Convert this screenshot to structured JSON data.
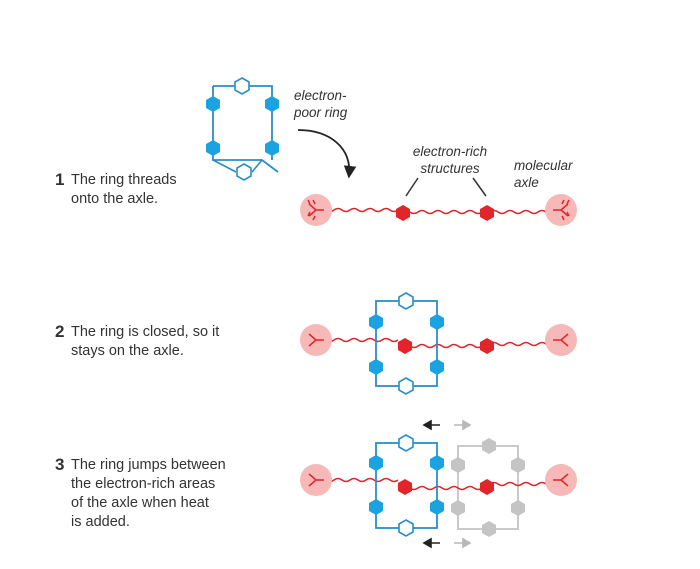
{
  "steps": [
    {
      "number": "1",
      "lines": [
        "The ring threads",
        "onto the axle."
      ]
    },
    {
      "number": "2",
      "lines": [
        "The ring is closed, so it",
        "stays on the axle."
      ]
    },
    {
      "number": "3",
      "lines": [
        "The ring jumps between",
        "the electron-rich areas",
        "of the axle when heat",
        "is added."
      ]
    }
  ],
  "annotations": {
    "ring": [
      "electron-",
      "poor ring"
    ],
    "structures": [
      "electron-rich",
      "structures"
    ],
    "axle": [
      "molecular",
      "axle"
    ]
  },
  "colors": {
    "ring": "#2a8dc8",
    "ring_node": "#1aa3e0",
    "axle": "#e0262b",
    "stopper": "#f7b8b8",
    "ghost": "#c4c4c4",
    "arrow_dark": "#222222",
    "arrow_light": "#b8b8b8"
  }
}
